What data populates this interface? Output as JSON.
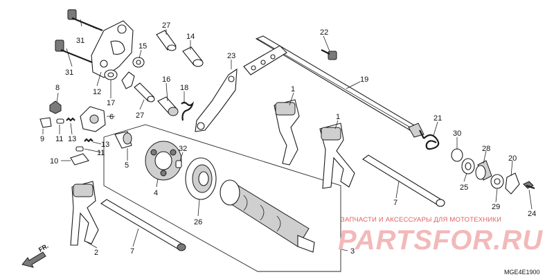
{
  "diagram_code": "MGE4E1900",
  "front_label": "FR.",
  "watermark": {
    "caption": "ЗАПЧАСТИ И АКСЕССУАРЫ ДЛЯ МОТОТЕХНИКИ",
    "logo": "PARTSFOR.RU"
  },
  "callouts": {
    "c1a": "1",
    "c1b": "1",
    "c2": "2",
    "c3": "3",
    "c4": "4",
    "c5": "5",
    "c6": "6",
    "c7a": "7",
    "c7b": "7",
    "c8": "8",
    "c9": "9",
    "c10": "10",
    "c11a": "11",
    "c11b": "11",
    "c12": "12",
    "c13a": "13",
    "c13b": "13",
    "c14": "14",
    "c15": "15",
    "c16": "16",
    "c17": "17",
    "c18": "18",
    "c19": "19",
    "c20": "20",
    "c21": "21",
    "c22": "22",
    "c23": "23",
    "c24": "24",
    "c25": "25",
    "c26": "26",
    "c27a": "27",
    "c27b": "27",
    "c28": "28",
    "c29": "29",
    "c30": "30",
    "c31a": "31",
    "c31b": "31",
    "c32": "32"
  }
}
